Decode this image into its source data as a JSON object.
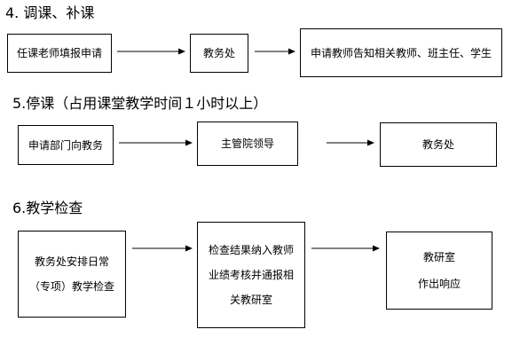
{
  "sections": [
    {
      "heading": "4. 调课、补课",
      "boxes": [
        {
          "lines": [
            "任课老师填报申请"
          ]
        },
        {
          "lines": [
            "教务处"
          ]
        },
        {
          "lines": [
            "申请教师告知相关教师、班主任、学生"
          ]
        }
      ]
    },
    {
      "heading": "5.停课（占用课堂教学时间１小时以上）",
      "boxes": [
        {
          "lines": [
            "申请部门向教务"
          ]
        },
        {
          "lines": [
            "主管院领导"
          ]
        },
        {
          "lines": [
            "教务处"
          ]
        }
      ]
    },
    {
      "heading": "6.教学检查",
      "boxes": [
        {
          "lines": [
            "教务处安排日常",
            "（专项）教学检查"
          ]
        },
        {
          "lines": [
            "检查结果纳入教师",
            "业绩考核并通报相",
            "关教研室"
          ]
        },
        {
          "lines": [
            "教研室",
            "作出响应"
          ]
        }
      ]
    }
  ]
}
